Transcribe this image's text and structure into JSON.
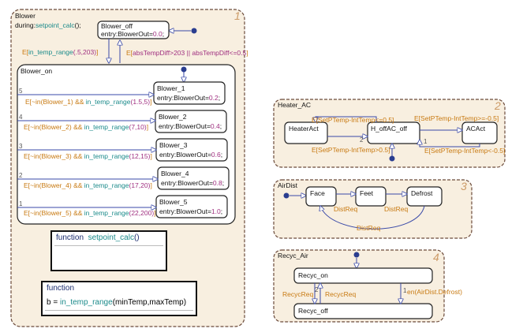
{
  "blower": {
    "title": "Blower",
    "during_prefix": "during:",
    "during_fn": "setpoint_calc",
    "during_suffix": "();",
    "index": "1",
    "blower_off": {
      "name": "Blower_off",
      "entry_prefix": "entry:BlowerOut=",
      "entry_value": "0.0",
      "entry_suffix": ";"
    },
    "blower_on": {
      "name": "Blower_on"
    },
    "t_off_on": {
      "pre": "E[",
      "fn": "in_temp_range",
      "args": "(.5,203)",
      "post": "]"
    },
    "t_on_off": {
      "pre": "E[",
      "cond": "absTempDiff>203 || absTempDiff<=0.5",
      "post": "]"
    },
    "substates": [
      {
        "name": "Blower_1",
        "entry_prefix": "entry:BlowerOut=",
        "entry_value": "0.2",
        "priority": "5",
        "t_pre": "E[~in(Blower_1) && ",
        "t_fn": "in_temp_range",
        "t_args": "(1.5,5)",
        "t_post": "]"
      },
      {
        "name": "Blower_2",
        "entry_prefix": "entry:BlowerOut=",
        "entry_value": "0.4",
        "priority": "4",
        "t_pre": "E[~in(Blower_2) && ",
        "t_fn": "in_temp_range",
        "t_args": "(7,10)",
        "t_post": "]"
      },
      {
        "name": "Blower_3",
        "entry_prefix": "entry:BlowerOut=",
        "entry_value": "0.6",
        "priority": "3",
        "t_pre": "E[~in(Blower_3) && ",
        "t_fn": "in_temp_range",
        "t_args": "(12,15)",
        "t_post": "]"
      },
      {
        "name": "Blower_4",
        "entry_prefix": "entry:BlowerOut=",
        "entry_value": "0.8",
        "priority": "2",
        "t_pre": "E[~in(Blower_4) && ",
        "t_fn": "in_temp_range",
        "t_args": "(17,20)",
        "t_post": "]"
      },
      {
        "name": "Blower_5",
        "entry_prefix": "entry:BlowerOut=",
        "entry_value": "1.0",
        "priority": "1",
        "t_pre": "E[~in(Blower_5) && ",
        "t_fn": "in_temp_range",
        "t_args": "(22,200)",
        "t_post": "]"
      }
    ],
    "fn_setpoint": {
      "keyword": "function",
      "name": "setpoint_calc",
      "args": "()"
    },
    "fn_range": {
      "keyword": "function",
      "sig_pre": "b = ",
      "name": "in_temp_range",
      "args": "(minTemp,maxTemp)"
    }
  },
  "heater": {
    "title": "Heater_AC",
    "index": "2",
    "states": {
      "heater_act": "HeaterAct",
      "off": "H_offAC_off",
      "ac_act": "ACAct"
    },
    "transitions": {
      "off_to_heat": "E[SetPTemp-IntTemp<=0.5]",
      "off_to_ac": "E[SetPTemp-IntTemp>=-0.5]",
      "heat_to_off": "E[SetPTemp-IntTemp>0.5]",
      "ac_to_off": "E[SetPTemp-IntTemp<-0.5]",
      "p1": "1",
      "p2": "2"
    }
  },
  "airdist": {
    "title": "AirDist",
    "index": "3",
    "states": {
      "face": "Face",
      "feet": "Feet",
      "defrost": "Defrost"
    },
    "transitions": {
      "face_feet": "DistReq",
      "feet_defrost": "DistReq",
      "defrost_face": "DistReq"
    }
  },
  "recyc": {
    "title": "Recyc_Air",
    "index": "4",
    "states": {
      "on": "Recyc_on",
      "off": "Recyc_off"
    },
    "transitions": {
      "left": "RecycReq",
      "mid": "RecycReq",
      "right": "en(AirDist.Defrost)",
      "p2": "2",
      "p1": "1"
    }
  },
  "colors": {
    "chart_border": "#6b4a3a",
    "chart_fill": "#f8efe0",
    "state_fill": "#ffffff",
    "transition": "#3a4aa8",
    "condition": "#c87a12",
    "function_name": "#1a8a8a",
    "keyword": "#a03080"
  }
}
